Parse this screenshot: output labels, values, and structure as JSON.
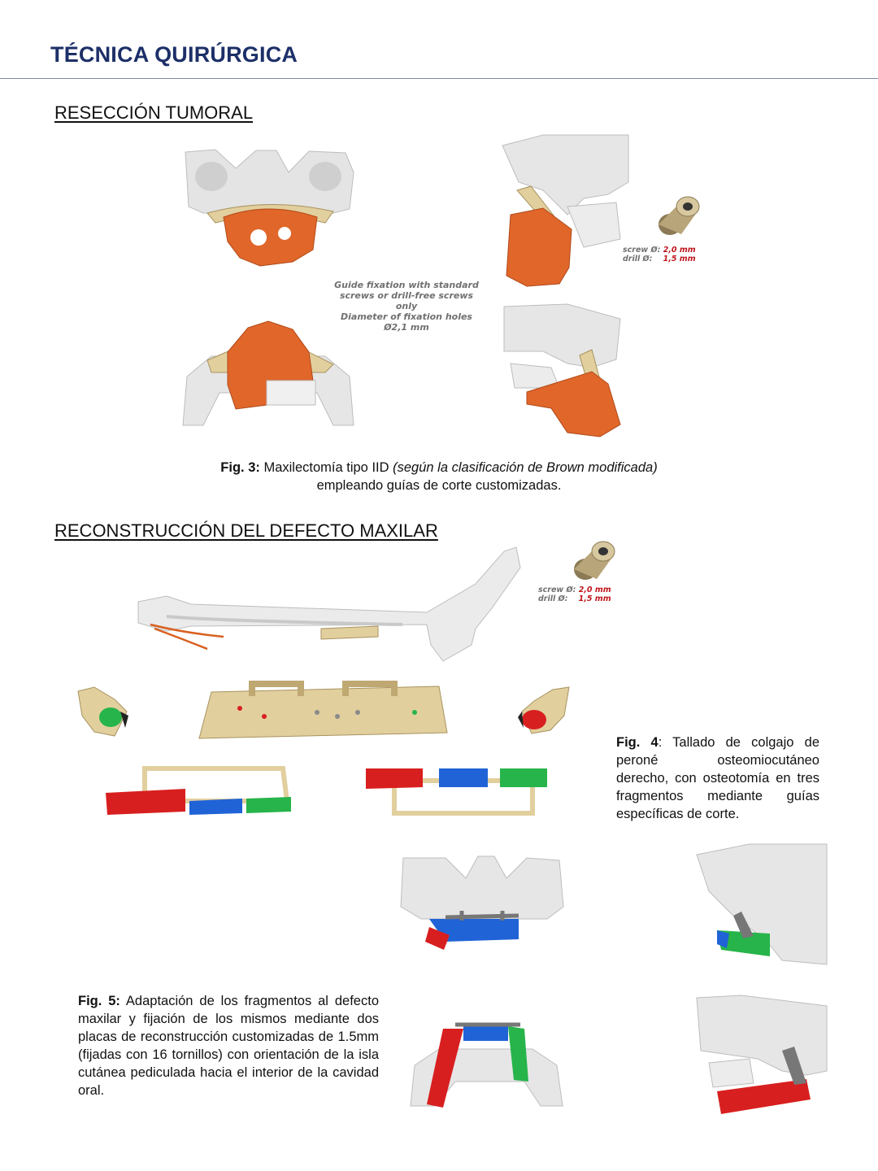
{
  "header": {
    "title": "TÉCNICA QUIRÚRGICA"
  },
  "section1": {
    "title": "RESECCIÓN TUMORAL",
    "guide_note": [
      "Guide fixation with standard",
      "screws or drill-free screws",
      "only",
      "Diameter of fixation holes",
      "Ø2,1 mm"
    ],
    "spec": {
      "screw_label": "screw Ø:",
      "screw_value": "2,0 mm",
      "drill_label": "drill Ø:",
      "drill_value": "1,5 mm"
    },
    "fig3": {
      "label": "Fig. 3:",
      "text": " Maxilectomía tipo IID ",
      "italic": "(según la clasificación de Brown modificada)",
      "line2": "empleando guías de corte customizadas."
    }
  },
  "section2": {
    "title": "RECONSTRUCCIÓN DEL DEFECTO MAXILAR",
    "spec": {
      "screw_label": "screw Ø:",
      "screw_value": "2,0 mm",
      "drill_label": "drill Ø:",
      "drill_value": "1,5 mm"
    },
    "fig4": {
      "label": "Fig. 4",
      "text": ": Tallado de colgajo de peroné osteomiocutáneo derecho, con osteotomía en tres fragmentos mediante guías específicas de corte."
    },
    "fig5": {
      "label": "Fig. 5:",
      "text": " Adaptación de los fragmentos al defecto maxilar y fijación de los mismos mediante dos placas de reconstrucción customizadas de 1.5mm (fijadas con 16 tornillos) con orientación de la isla cutánea pediculada hacia el interior de la cavidad oral."
    }
  },
  "colors": {
    "title": "#1c2f68",
    "bone": "#e6e6e6",
    "tumor": "#e0662a",
    "guide": "#e2cf9e",
    "red": "#d81f1f",
    "blue": "#1f63d6",
    "green": "#27b44a"
  }
}
